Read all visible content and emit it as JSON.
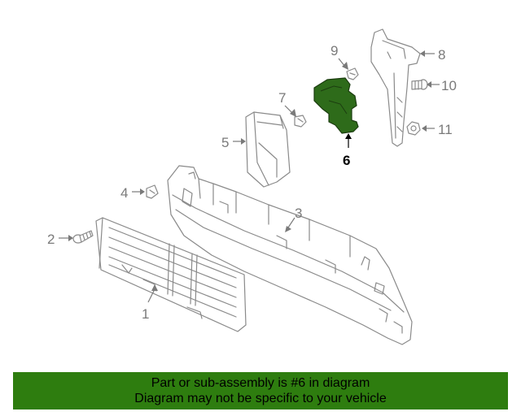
{
  "callouts": [
    {
      "num": "1"
    },
    {
      "num": "2"
    },
    {
      "num": "3"
    },
    {
      "num": "4"
    },
    {
      "num": "5"
    },
    {
      "num": "6",
      "highlighted": true
    },
    {
      "num": "7"
    },
    {
      "num": "8"
    },
    {
      "num": "9"
    },
    {
      "num": "10"
    },
    {
      "num": "11"
    }
  ],
  "footer": {
    "line1": "Part or sub-assembly is #6 in diagram",
    "line2": "Diagram may not be specific to your vehicle"
  },
  "colors": {
    "highlight_part": "#2e6b1a",
    "footer_bg": "#2e7d0f",
    "line_gray": "#8a8a8a"
  }
}
